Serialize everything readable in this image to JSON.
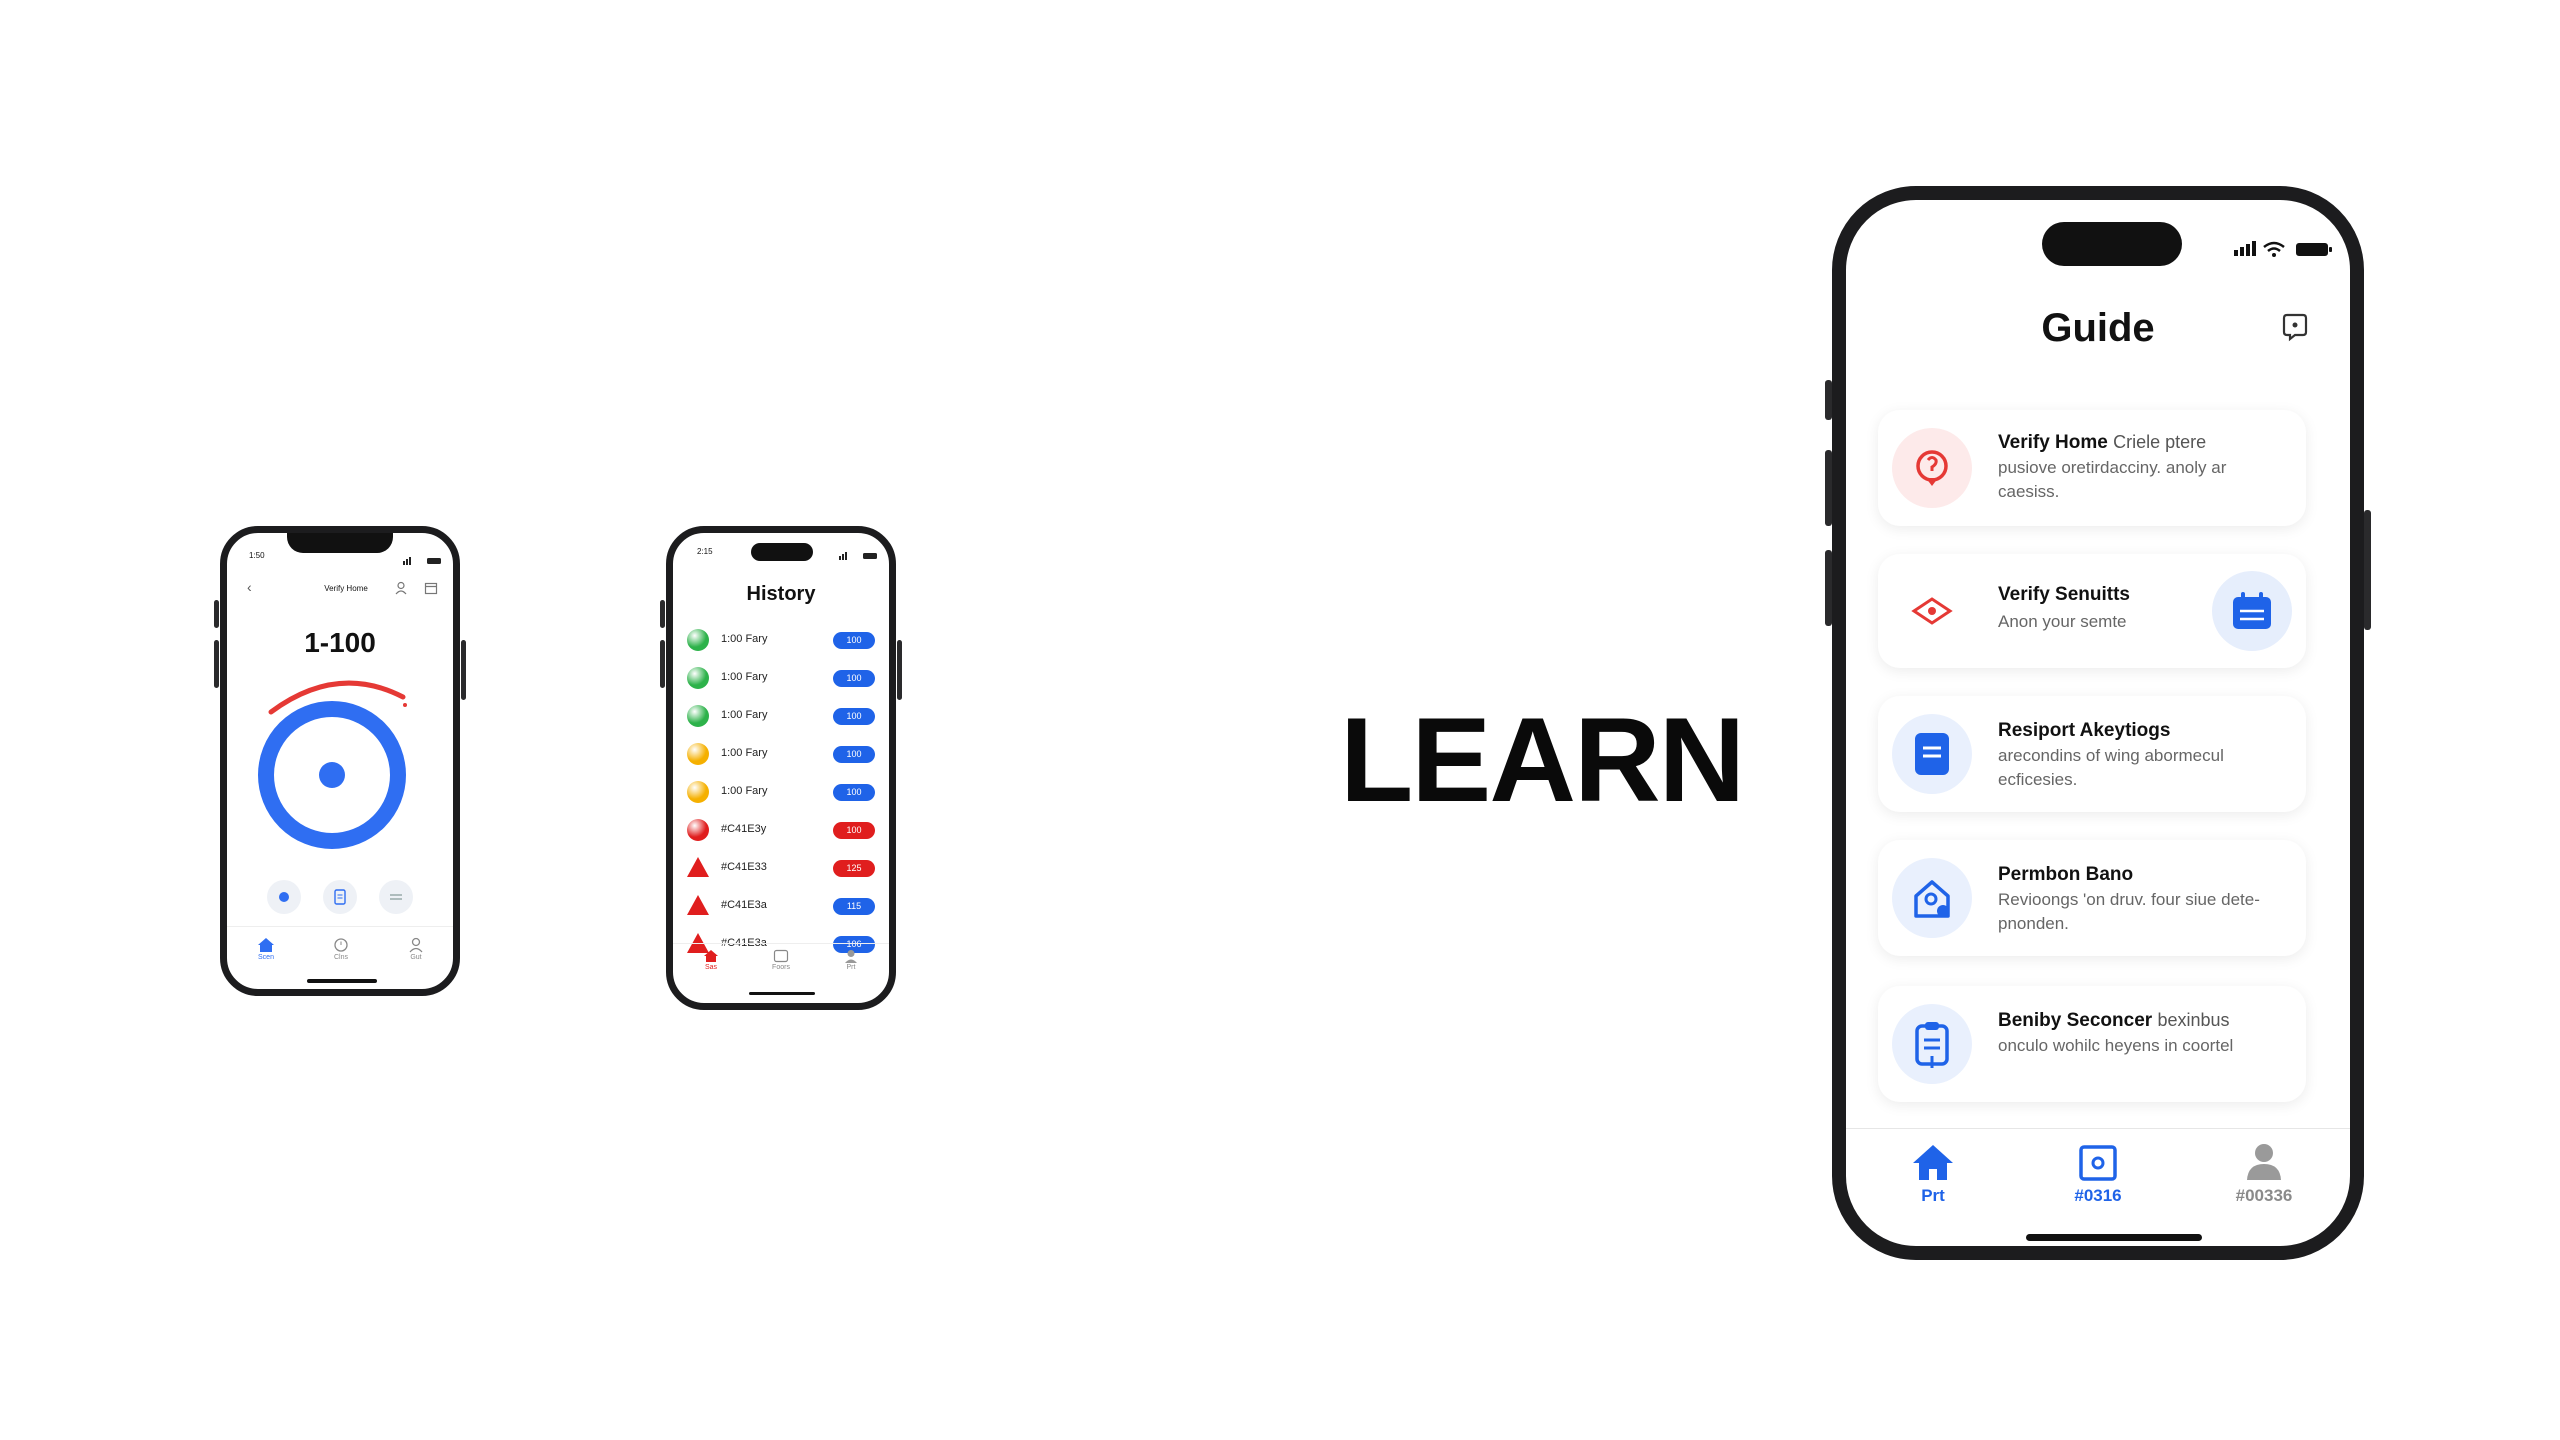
{
  "headline": "LEARN",
  "phone1": {
    "time": "1:50",
    "title": "Verify Home",
    "range_label": "1-100",
    "tabs": [
      "Scen",
      "Clns",
      "Gut"
    ]
  },
  "phone2": {
    "time": "2:15",
    "title": "History",
    "rows": [
      {
        "label": "1:00 Fary",
        "value": "100",
        "marker": "dot",
        "marker_color": "#2db24a",
        "badge_color": "#1f63e8"
      },
      {
        "label": "1:00 Fary",
        "value": "100",
        "marker": "dot",
        "marker_color": "#2db24a",
        "badge_color": "#1f63e8"
      },
      {
        "label": "1:00 Fary",
        "value": "100",
        "marker": "dot",
        "marker_color": "#2db24a",
        "badge_color": "#1f63e8"
      },
      {
        "label": "1:00 Fary",
        "value": "100",
        "marker": "dot",
        "marker_color": "#f5b000",
        "badge_color": "#1f63e8"
      },
      {
        "label": "1:00 Fary",
        "value": "100",
        "marker": "dot",
        "marker_color": "#f5b000",
        "badge_color": "#1f63e8"
      },
      {
        "label": "#C41E3y",
        "value": "100",
        "marker": "dot",
        "marker_color": "#e01e1e",
        "badge_color": "#e01e1e"
      },
      {
        "label": "#C41E33",
        "value": "125",
        "marker": "triangle",
        "marker_color": "#e01e1e",
        "badge_color": "#e01e1e"
      },
      {
        "label": "#C41E3a",
        "value": "115",
        "marker": "triangle",
        "marker_color": "#e01e1e",
        "badge_color": "#1f63e8"
      },
      {
        "label": "#C41E3a",
        "value": "106",
        "marker": "triangle",
        "marker_color": "#e01e1e",
        "badge_color": "#1f63e8"
      }
    ],
    "tabs": [
      "Sas",
      "Foors",
      "Prt"
    ]
  },
  "phone3": {
    "title": "Guide",
    "cards": [
      {
        "title": "Verify Home",
        "subtitle": "Criele ptere",
        "body": "pusiove oretirdacciny. anoly ar caesiss.",
        "icon": "alert-pin-icon"
      },
      {
        "title": "Verify Senuitts",
        "subtitle": "",
        "body": "Anon your semte",
        "icon": "diamond-arrow-icon"
      },
      {
        "title": "Resiport Akeytiogs",
        "subtitle": "",
        "body": "arecondins of wing abormecul ecficesies.",
        "icon": "document-icon"
      },
      {
        "title": "Permbon Bano",
        "subtitle": "",
        "body": "Revioongs 'on druv. four siue dete-pnonden.",
        "icon": "house-search-icon"
      },
      {
        "title": "Beniby Seconcer",
        "subtitle": "bexinbus",
        "body": "onculo wohilc heyens in coortel",
        "icon": "clipboard-icon"
      }
    ],
    "nav": [
      {
        "label": "Prt",
        "icon": "home-icon"
      },
      {
        "label": "#0316",
        "icon": "square-dot-icon"
      },
      {
        "label": "#00336",
        "icon": "person-icon"
      }
    ]
  },
  "colors": {
    "accent": "#1f63e8",
    "danger": "#e53935",
    "card_icon_bg": "#e9f0fd",
    "danger_bg": "#fdeaea"
  }
}
